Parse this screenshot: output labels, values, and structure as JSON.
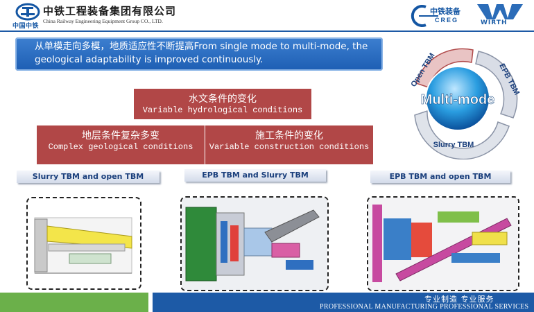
{
  "header": {
    "logo_caption": "中国中铁",
    "company_cn": "中铁工程装备集团有限公司",
    "company_en": "China Railway Engineering Equipment Group CO., LTD.",
    "creg_cn": "中铁装备",
    "creg_en": "CREG",
    "partner_logo": "WIRTH"
  },
  "banner": {
    "text": "从单模走向多模，地质适应性不断提高From single mode to multi-mode, the geological adaptability is improved continuously."
  },
  "conditions": {
    "hydro_cn": "水文条件的变化",
    "hydro_en": "Variable hydrological conditions",
    "geo_cn": "地层条件复杂多变",
    "geo_en": "Complex geological conditions",
    "constr_cn": "施工条件的变化",
    "constr_en": "Variable construction conditions"
  },
  "cycle": {
    "center": "Multi-mode",
    "left": "Open TBM",
    "right": "EPB TBM",
    "bottom": "Slurry TBM"
  },
  "machines": [
    {
      "label": "Slurry TBM and open TBM"
    },
    {
      "label": "EPB TBM and Slurry TBM"
    },
    {
      "label": "EPB TBM and open TBM"
    }
  ],
  "footer": {
    "slogan_cn": "专业制造  专业服务",
    "slogan_en": "PROFESSIONAL MANUFACTURING PROFESSIONAL SERVICES"
  },
  "colors": {
    "brand_blue": "#1d5aa6",
    "condition_red": "#b14747",
    "footer_green": "#6bb04a"
  }
}
